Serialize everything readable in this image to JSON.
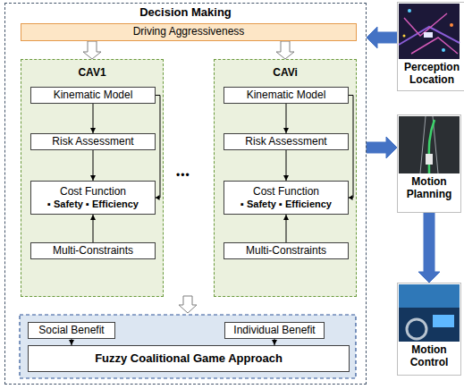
{
  "diagram": {
    "nodes": [
      {
        "text": [
          "Decision Making"
        ]
      },
      {
        "text": [
          "Driving Aggressiveness"
        ],
        "in": 0
      },
      {
        "text": [
          "CAV1"
        ],
        "in": 0
      },
      {
        "text": [
          "Kinematic Model"
        ],
        "in": 2
      },
      {
        "text": [
          "Risk Assessment"
        ],
        "in": 2
      },
      {
        "text": [
          "Cost Function",
          "▪ Safety ▪ Efficiency"
        ],
        "in": 2
      },
      {
        "text": [
          "Multi-Constraints"
        ],
        "in": 2
      },
      {
        "text": [
          "CAVi"
        ],
        "in": 0
      },
      {
        "text": [
          "Kinematic Model"
        ],
        "in": 7
      },
      {
        "text": [
          "Risk Assessment"
        ],
        "in": 7
      },
      {
        "text": [
          "Cost Function",
          "▪ Safety ▪ Efficiency"
        ],
        "in": 7
      },
      {
        "text": [
          "Multi-Constraints"
        ],
        "in": 7
      },
      {
        "text": [
          "Social Benefit"
        ],
        "in": 0
      },
      {
        "text": [
          "Individual Benefit"
        ],
        "in": 0
      },
      {
        "text": [
          "Fuzzy Coalitional Game Approach"
        ],
        "in": 0
      },
      {
        "text": [
          "Perception Location"
        ]
      },
      {
        "text": [
          "Motion Planning"
        ]
      },
      {
        "text": [
          "Motion Control"
        ]
      }
    ],
    "edges": [
      {
        "from": 1,
        "to": 2,
        "arrow": "to"
      },
      {
        "from": 1,
        "to": 7,
        "arrow": "to"
      },
      {
        "from": 3,
        "to": 4,
        "arrow": "to"
      },
      {
        "from": 4,
        "to": 5,
        "arrow": "to"
      },
      {
        "from": 6,
        "to": 5,
        "arrow": "to"
      },
      {
        "from": 3,
        "to": 5,
        "arrow": "to"
      },
      {
        "from": 8,
        "to": 9,
        "arrow": "to"
      },
      {
        "from": 9,
        "to": 10,
        "arrow": "to"
      },
      {
        "from": 11,
        "to": 10,
        "arrow": "to"
      },
      {
        "from": 8,
        "to": 10,
        "arrow": "to"
      },
      {
        "from": 12,
        "to": 14,
        "arrow": "to"
      },
      {
        "from": 13,
        "to": 14,
        "arrow": "to"
      },
      {
        "from": 15,
        "to": 0,
        "arrow": "to"
      },
      {
        "from": 0,
        "to": 16,
        "arrow": "to"
      },
      {
        "from": 16,
        "to": 17,
        "arrow": "to"
      }
    ],
    "labels": [
      "•••"
    ]
  }
}
